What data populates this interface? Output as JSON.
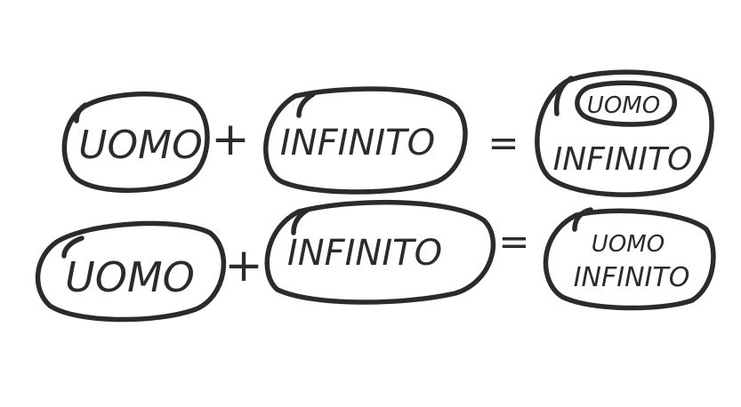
{
  "equations": [
    {
      "left": "UOMO",
      "plus": "+",
      "right": "INFINITO",
      "equals": "=",
      "result_inner": "UOMO",
      "result_outer": "INFINITO"
    },
    {
      "left": "UOMO",
      "plus": "+",
      "right": "INFINITO",
      "equals": "=",
      "result_line1": "UOMO",
      "result_line2": "INFINITO"
    }
  ]
}
